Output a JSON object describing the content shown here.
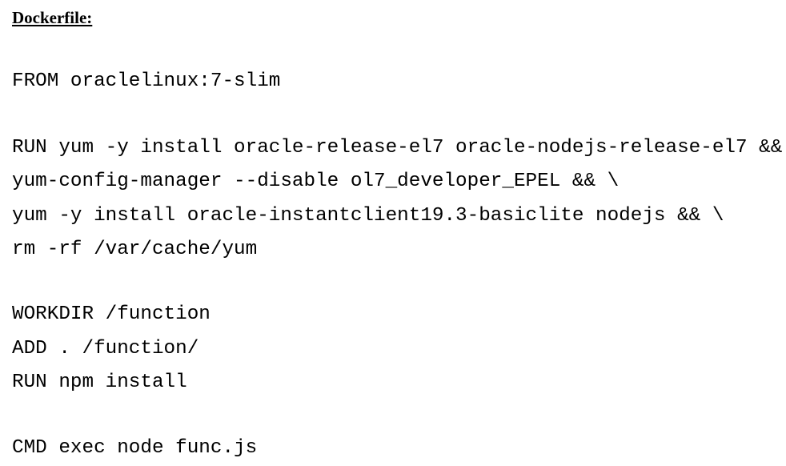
{
  "title": "Dockerfile:",
  "lines": [
    "FROM oraclelinux:7-slim",
    "RUN yum -y install oracle-release-el7 oracle-nodejs-release-el7 && \\",
    "yum-config-manager --disable ol7_developer_EPEL && \\",
    "yum -y install oracle-instantclient19.3-basiclite nodejs && \\",
    "rm -rf /var/cache/yum",
    "WORKDIR /function",
    "ADD . /function/",
    "RUN npm install",
    "CMD exec node func.js"
  ]
}
